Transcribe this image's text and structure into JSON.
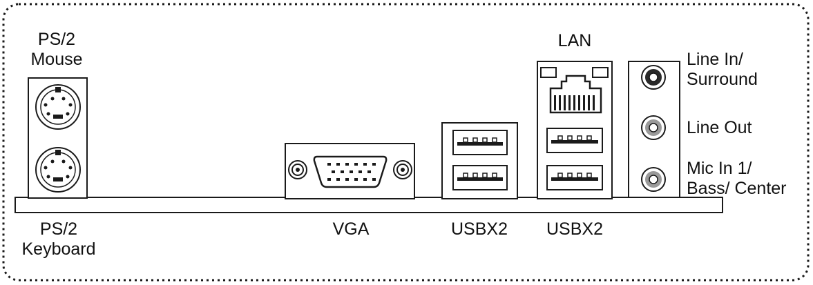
{
  "labels": {
    "ps2_mouse_line1": "PS/2",
    "ps2_mouse_line2": "Mouse",
    "ps2_keyboard_line1": "PS/2",
    "ps2_keyboard_line2": "Keyboard",
    "vga": "VGA",
    "usb_left": "USBX2",
    "usb_right": "USBX2",
    "lan": "LAN",
    "line_in_line1": "Line In/",
    "line_in_line2": "Surround",
    "line_out": "Line Out",
    "mic_in_line1": "Mic In 1/",
    "mic_in_line2": "Bass/ Center"
  },
  "colors": {
    "line": "#1a1a1a",
    "background": "#ffffff",
    "port_fill": "#ffffff",
    "jack_dark": "#2a2a2a",
    "jack_gray": "#9a9a9a"
  }
}
